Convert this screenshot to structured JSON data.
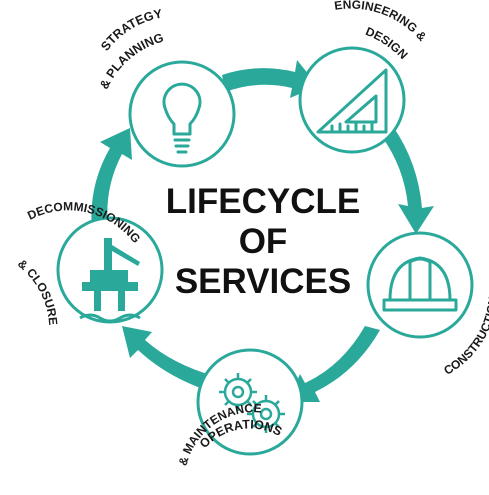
{
  "center": {
    "line1": "LIFECYCLE",
    "line2": "OF",
    "line3": "SERVICES"
  },
  "stages": [
    {
      "id": "strategy",
      "line1": "STRATEGY",
      "line2": "& PLANNING",
      "icon": "lightbulb-icon"
    },
    {
      "id": "engineering",
      "line1": "ENGINEERING &",
      "line2": "DESIGN",
      "icon": "set-square-icon"
    },
    {
      "id": "construction",
      "line1": "CONSTRUCTION",
      "line2": "",
      "icon": "hard-hat-icon"
    },
    {
      "id": "operations",
      "line1": "OPERATIONS",
      "line2": "& MAINTENANCE",
      "icon": "gears-icon"
    },
    {
      "id": "decommissioning",
      "line1": "DECOMMISSIONING",
      "line2": "& CLOSURE",
      "icon": "oil-rig-icon"
    }
  ],
  "colors": {
    "accent": "#2aa99b",
    "icon_stroke": "#2aa99b",
    "text": "#1a1a1a"
  }
}
